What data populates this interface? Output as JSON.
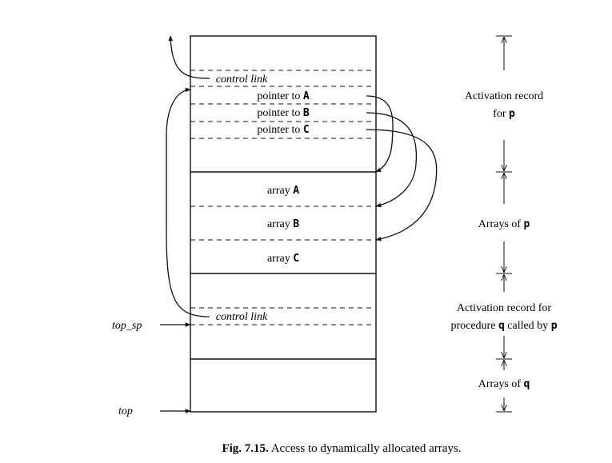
{
  "stack": {
    "control_link_p": "control link",
    "ptr_prefix": "pointer to ",
    "ptr_a": "A",
    "ptr_b": "B",
    "ptr_c": "C",
    "array_prefix": "array ",
    "array_a": "A",
    "array_b": "B",
    "array_c": "C",
    "control_link_q": "control link"
  },
  "pointers": {
    "top_sp": "top_sp",
    "top": "top"
  },
  "labels": {
    "ar_p_line1": "Activation record",
    "ar_p_line2_prefix": "for ",
    "ar_p_line2_code": "p",
    "arrays_p_prefix": "Arrays of ",
    "arrays_p_code": "p",
    "ar_q_line1": "Activation record for",
    "ar_q_line2_prefix": "procedure ",
    "ar_q_line2_code1": "q",
    "ar_q_line2_mid": " called by ",
    "ar_q_line2_code2": "p",
    "arrays_q_prefix": "Arrays of ",
    "arrays_q_code": "q"
  },
  "caption": {
    "figure": "Fig. 7.15.",
    "text": "Access to dynamically allocated arrays."
  }
}
